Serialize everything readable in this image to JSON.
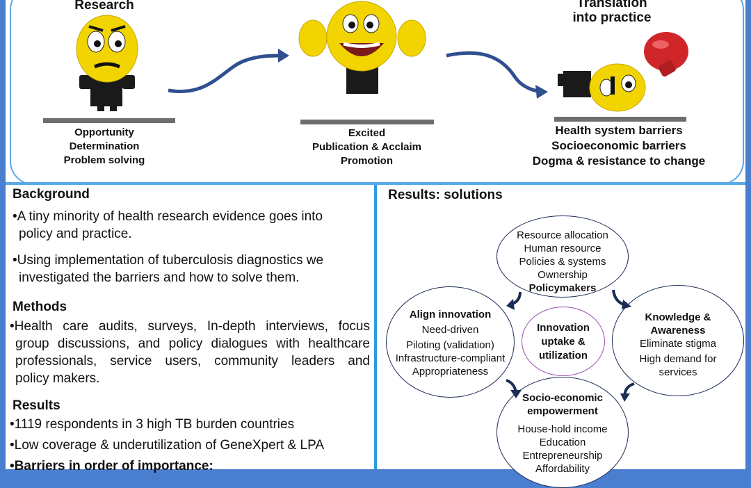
{
  "top": {
    "stage1": {
      "title": "Research",
      "lines": [
        "Opportunity",
        "Determination",
        "Problem solving"
      ]
    },
    "stage2": {
      "title": "",
      "lines": [
        "Excited",
        "Publication & Acclaim",
        "Promotion"
      ]
    },
    "stage3": {
      "title_lines": [
        "Translation",
        "into practice"
      ],
      "lines": [
        "Health system barriers",
        "Socioeconomic barriers",
        "Dogma & resistance to change"
      ]
    }
  },
  "background": {
    "heading": "Background",
    "bullets": [
      [
        "A tiny minority of health research evidence goes into",
        "policy and practice."
      ],
      [
        "Using implementation of tuberculosis diagnostics we",
        "investigated the barriers and how to solve them."
      ]
    ]
  },
  "methods": {
    "heading": "Methods",
    "lines": [
      "Health care audits, surveys, In-depth interviews, focus",
      "group discussions, and policy dialogues with healthcare",
      "professionals, service users, community leaders and",
      "policy makers."
    ]
  },
  "results": {
    "heading": "Results",
    "bullets": [
      "1119 respondents in 3 high TB burden countries",
      "Low coverage & underutilization of GeneXpert & LPA",
      "Barriers in order of importance:"
    ]
  },
  "solutions": {
    "heading": "Results: solutions",
    "center": [
      "Innovation",
      "uptake &",
      "utilization"
    ],
    "top_circle": {
      "lines": [
        "Resource allocation",
        "Human resource",
        "Policies & systems",
        "Ownership"
      ],
      "bold": "Policymakers"
    },
    "left_circle": {
      "bold": "Align innovation",
      "lines": [
        "Need-driven",
        "Piloting (validation)",
        "Infrastructure-compliant",
        "Appropriateness"
      ]
    },
    "right_circle": {
      "bold_lines": [
        "Knowledge &",
        "Awareness"
      ],
      "lines": [
        "Eliminate stigma",
        "High demand for",
        "services"
      ]
    },
    "bottom_circle": {
      "bold_lines": [
        "Socio-economic",
        "empowerment"
      ],
      "lines": [
        "House-hold income",
        "Education",
        "Entrepreneurship",
        "Affordability"
      ]
    }
  },
  "colors": {
    "border": "#5aa9e6",
    "arrow": "#2f4f8f",
    "divider": "#2e9be0",
    "page_bg": "#4a7fd0"
  }
}
